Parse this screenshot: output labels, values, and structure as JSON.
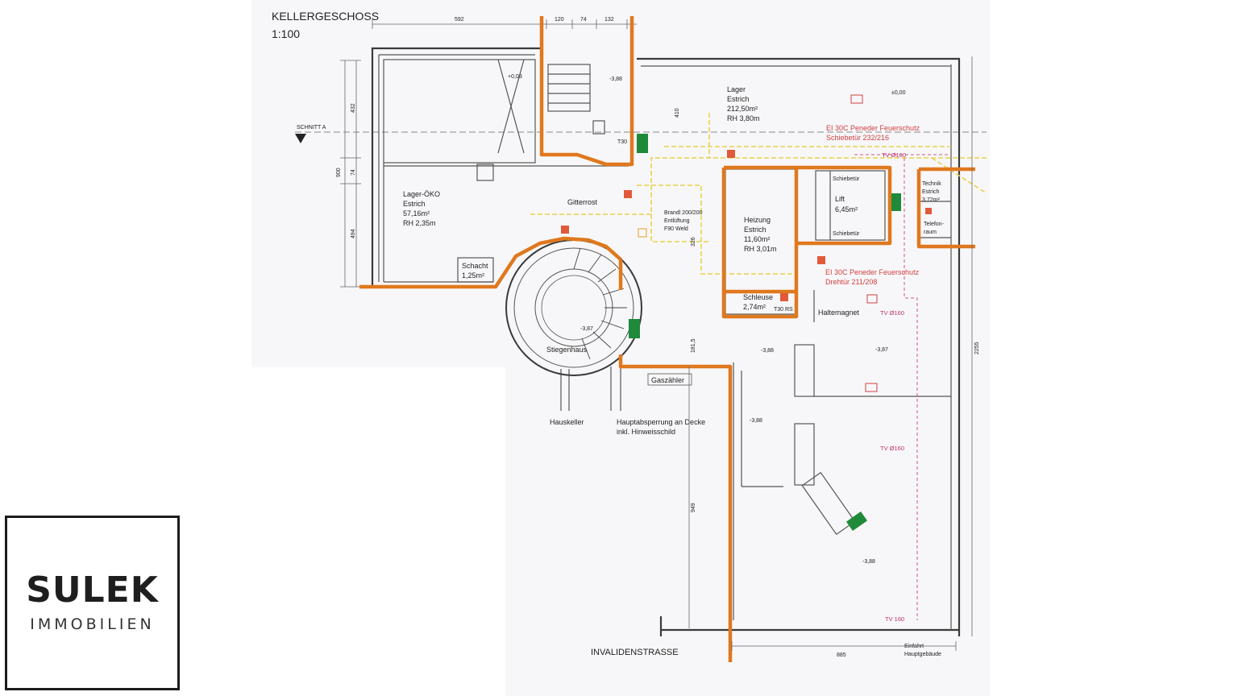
{
  "plan": {
    "title": "KELLERGESCHOSS",
    "scale": "1:100",
    "section_marker": "SCHNITT A",
    "street": "INVALIDENSTRASSE",
    "dimensions": {
      "d592": "592",
      "d120": "120",
      "d74": "74",
      "d132": "132",
      "d432": "432",
      "d900": "900",
      "d74b": "74",
      "d494": "494",
      "d410": "410",
      "d326": "326",
      "d1815": "181,5",
      "d949": "949",
      "d2255": "2255",
      "d885": "885"
    },
    "rooms": {
      "lager": [
        "Lager",
        "Estrich",
        "212,50m²",
        "RH 3,80m"
      ],
      "lager_oeko": [
        "Lager-ÖKO",
        "Estrich",
        "57,16m²",
        "RH 2,35m"
      ],
      "heizung": [
        "Heizung",
        "Estrich",
        "11,60m²",
        "RH 3,01m"
      ],
      "lift": [
        "Lift",
        "6,45m²"
      ],
      "schacht": [
        "Schacht",
        "1,25m²"
      ],
      "schleuse": [
        "Schleuse",
        "2,74m²"
      ],
      "technik": [
        "Technik",
        "Estrich",
        "3,72m²"
      ]
    },
    "labels": {
      "stiegenhaus": "Stiegenhaus",
      "hauskeller": "Hauskeller",
      "hauptabsperrung_1": "Hauptabsperrung an Decke",
      "hauptabsperrung_2": "inkl. Hinweisschild",
      "gaszaehler": "Gaszähler",
      "haltemagnet": "Haltemagnet",
      "gitterrost": "Gitterrost",
      "schiebetuer_top": "Schiebetür",
      "schiebetuer_bottom": "Schiebetür",
      "brand_1": "Brandl 200/200",
      "brand_2": "Entlüftung",
      "brand_3": "F90 Weld",
      "einfahrt_1": "Einfahrt",
      "einfahrt_2": "Hauptgebäude",
      "t30": "T30",
      "t30rs": "T30 RS",
      "telefon": "Telefon-",
      "telefon2": "raum"
    },
    "fire_notes": {
      "note1_a": "EI 30C Peneder Feuerschutz",
      "note1_b": "Schiebetür 232/216",
      "note2_a": "EI 30C Peneder Feuerschutz",
      "note2_b": "Drehtür 211/208"
    },
    "ventilation": {
      "tv1": "TV Ø160",
      "tv2": "TV Ø160",
      "tv3": "TV Ø160",
      "tv4": "TV 160"
    },
    "levels": {
      "l1": "+0,03",
      "l2": "±0,00",
      "l3": "-3,87",
      "l4": "-3,88",
      "l5": "-3,87",
      "l6": "-3,88",
      "l7": "-3,88",
      "l8": "-3,88"
    }
  },
  "logo": {
    "name": "SULEK",
    "subtitle": "IMMOBILIEN"
  },
  "colors": {
    "fire_wall": "#e0781e",
    "escape_sign": "#1f8a3a",
    "fire_text": "#d04040",
    "ventilation": "#c0306a",
    "yellow_line": "#e8d24a"
  }
}
